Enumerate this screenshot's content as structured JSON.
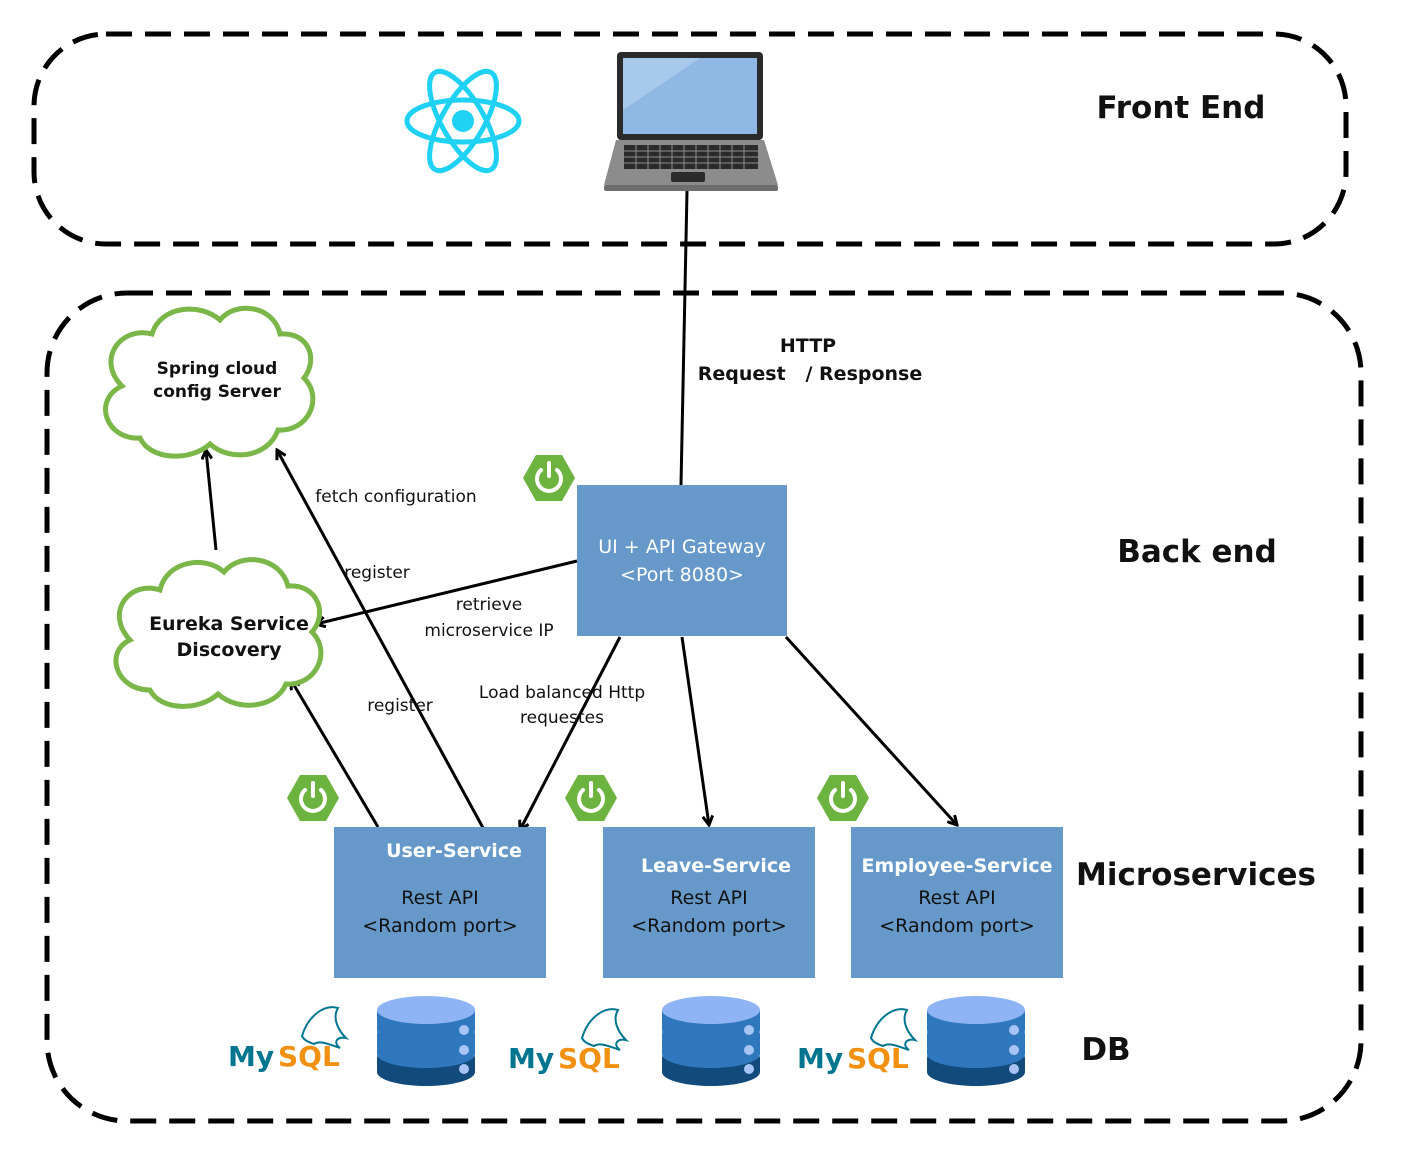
{
  "zones": {
    "frontend_label": "Front End",
    "backend_label": "Back end",
    "microservices_label": "Microservices",
    "db_label": "DB"
  },
  "http": {
    "line1": "HTTP",
    "line2": "Request   / Response"
  },
  "gateway": {
    "line1": "UI + API Gateway",
    "line2": "<Port 8080>"
  },
  "config_server": {
    "line1": "Spring cloud",
    "line2": "config Server"
  },
  "eureka": {
    "line1": "Eureka Service",
    "line2": "Discovery"
  },
  "edge_labels": {
    "fetch_configuration": "fetch configuration",
    "register_top": "register",
    "register_bottom": "register",
    "retrieve_line1": "retrieve",
    "retrieve_line2": "microservice IP",
    "load_line1": "Load balanced Http",
    "load_line2": "requestes"
  },
  "services": [
    {
      "name": "User-Service",
      "api": "Rest API",
      "port": "<Random port>"
    },
    {
      "name": "Leave-Service",
      "api": "Rest API",
      "port": "<Random port>"
    },
    {
      "name": "Employee-Service",
      "api": "Rest API",
      "port": "<Random port>"
    }
  ],
  "databases": [
    {
      "logo_text_my": "My",
      "logo_text_sql": "SQL"
    },
    {
      "logo_text_my": "My",
      "logo_text_sql": "SQL"
    },
    {
      "logo_text_my": "My",
      "logo_text_sql": "SQL"
    }
  ],
  "icons": {
    "react": "react-logo-icon",
    "laptop": "laptop-icon",
    "spring": "spring-power-icon",
    "database": "database-stack-icon",
    "mysql": "mysql-dolphin-icon"
  },
  "colors": {
    "box_fill": "#6699c9",
    "cloud_stroke": "#7ab648",
    "spring_green": "#6db33f",
    "react_cyan": "#1fd1f2",
    "db_top": "#8fb4f5",
    "db_mid": "#2f78bd",
    "db_bottom": "#134a7c",
    "mysql_blue": "#00758f",
    "mysql_orange": "#f29111"
  }
}
